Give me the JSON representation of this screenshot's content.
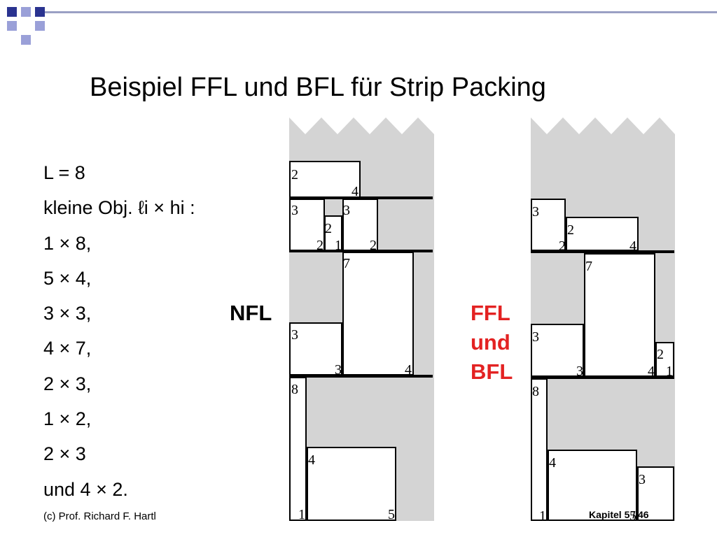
{
  "slide": {
    "title": "Beispiel FFL und BFL für Strip Packing",
    "items": [
      "L = 8",
      "kleine Obj. ℓi × hi :",
      "1 × 8,",
      "5 × 4,",
      "3 × 3,",
      "4 × 7,",
      "2 × 3,",
      "1 × 2,",
      "2 × 3",
      "und 4 × 2."
    ],
    "label_nfl": "NFL",
    "label_ffl": "FFL",
    "label_und": "und",
    "label_bfl": "BFL",
    "footer_left": "(c) Prof. Richard F. Hartl",
    "footer_right": "Kapitel 5 / 46"
  },
  "colors": {
    "accent_red": "#e32222",
    "deco_blue": "#2a3390",
    "deco_lavender": "#9aa0d8",
    "strip_gray": "#d4d4d4"
  },
  "nfl_strip": {
    "digits": [
      "2",
      "4",
      "3",
      "3",
      "2",
      "2",
      "1",
      "2",
      "7",
      "3",
      "3",
      "4",
      "8",
      "4",
      "1",
      "5"
    ]
  },
  "ffl_strip": {
    "digits": [
      "3",
      "2",
      "2",
      "4",
      "7",
      "3",
      "3",
      "4",
      "2",
      "1",
      "8",
      "4",
      "3",
      "1",
      "5"
    ]
  }
}
